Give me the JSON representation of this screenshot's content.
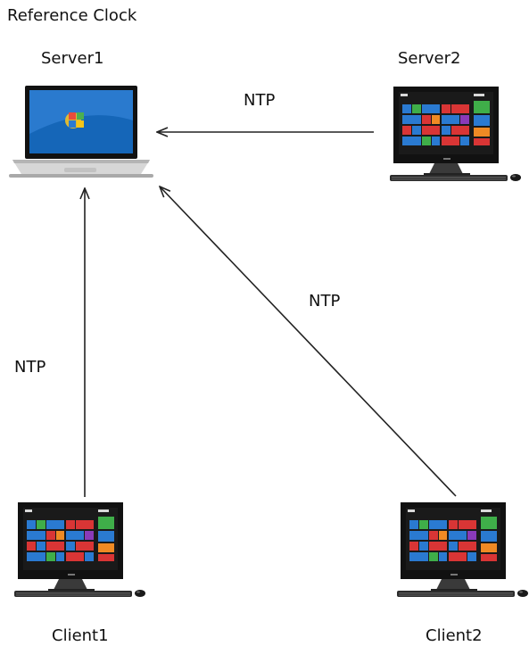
{
  "caption": "Reference Clock",
  "nodes": {
    "server1": "Server1",
    "server2": "Server2",
    "client1": "Client1",
    "client2": "Client2"
  },
  "links": {
    "server2_to_server1": "NTP",
    "client2_to_server1": "NTP",
    "client1_to_server1": "NTP"
  },
  "colors": {
    "line": "#222222",
    "laptop_screen": "#1566b8",
    "monitor_body": "#111111",
    "tile_blue": "#2a7ad1",
    "tile_red": "#d93535",
    "tile_green": "#3fae49",
    "tile_orange": "#ef8a24",
    "tile_purple": "#8a3ab9"
  },
  "icons": [
    "laptop-icon",
    "desktop-computer-icon"
  ]
}
